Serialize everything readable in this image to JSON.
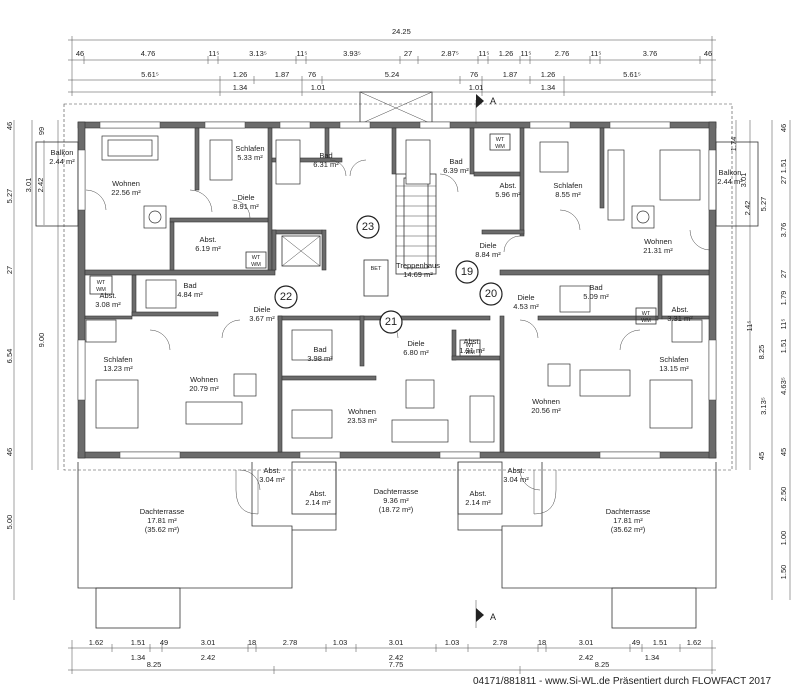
{
  "dimensions": {
    "overall_width": "24.25",
    "top_row1": [
      "46",
      "4.76",
      "11⁵",
      "3.13⁵",
      "11⁵",
      "3.93⁵",
      "27",
      "2.87⁵",
      "11⁵",
      "1.26",
      "11⁵",
      "2.76",
      "11⁵",
      "3.76",
      "46"
    ],
    "top_row2": [
      "5.61⁵",
      "1.26",
      "1.87",
      "76",
      "5.24",
      "76",
      "1.87",
      "1.26",
      "5.61⁵"
    ],
    "top_row3": [
      "1.34",
      "1.01",
      "1.01",
      "1.34"
    ],
    "bottom_row1": [
      "1.62",
      "1.51",
      "49",
      "3.01",
      "18",
      "2.78",
      "1.03",
      "3.01",
      "1.03",
      "2.78",
      "18",
      "3.01",
      "49",
      "1.51",
      "1.62"
    ],
    "bottom_row2": [
      "1.34",
      "2.42",
      "2.42",
      "2.42",
      "1.34"
    ],
    "bottom_row3": [
      "8.25",
      "7.75",
      "8.25"
    ],
    "left_outer": [
      "46",
      "5.27",
      "27",
      "6.54",
      "46",
      "5.00"
    ],
    "left_inner": [
      "99",
      "3.01",
      "2.42",
      "9.00"
    ],
    "right_outer": [
      "46",
      "1.51",
      "27",
      "3.76",
      "27",
      "1.79",
      "11⁵",
      "1.51",
      "4.63⁵",
      "45",
      "2.50",
      "1.00",
      "1.50"
    ],
    "right_inner": [
      "1.74",
      "5.27",
      "3.01",
      "2.42",
      "8.25",
      "11⁵",
      "3.13⁵",
      "45"
    ]
  },
  "section_marker": "A",
  "apartment_numbers": [
    "23",
    "22",
    "21",
    "19",
    "20"
  ],
  "rooms": {
    "balkon_l": {
      "name": "Balkon",
      "area": "2.44 m²"
    },
    "wohnen_tl": {
      "name": "Wohnen",
      "area": "22.56 m²"
    },
    "schlafen_tl": {
      "name": "Schlafen",
      "area": "5.33 m²"
    },
    "bad_t1": {
      "name": "Bad",
      "area": "6.31 m²"
    },
    "diele_t1": {
      "name": "Diele",
      "area": "8.91 m²"
    },
    "abst_t1": {
      "name": "Abst.",
      "area": "6.19 m²"
    },
    "bad_t2": {
      "name": "Bad",
      "area": "6.39 m²"
    },
    "abst_t2": {
      "name": "Abst.",
      "area": "5.96 m²"
    },
    "schlafen_tr": {
      "name": "Schlafen",
      "area": "8.55 m²"
    },
    "balkon_r": {
      "name": "Balkon",
      "area": "2.44 m²"
    },
    "wohnen_tr": {
      "name": "Wohnen",
      "area": "21.31 m²"
    },
    "diele_t2": {
      "name": "Diele",
      "area": "8.84 m²"
    },
    "treppenhaus": {
      "name": "Treppenhaus",
      "area": "14.69 m²"
    },
    "abst_ml": {
      "name": "Abst.",
      "area": "3.08 m²"
    },
    "bad_ml": {
      "name": "Bad",
      "area": "4.84 m²"
    },
    "diele_ml": {
      "name": "Diele",
      "area": "3.67 m²"
    },
    "schlafen_bl": {
      "name": "Schlafen",
      "area": "13.23 m²"
    },
    "wohnen_bl": {
      "name": "Wohnen",
      "area": "20.79 m²"
    },
    "bad_mc": {
      "name": "Bad",
      "area": "3.98 m²"
    },
    "diele_mc": {
      "name": "Diele",
      "area": "6.80 m²"
    },
    "abst_mc": {
      "name": "Abst.",
      "area": "1.91 m²"
    },
    "wohnen_bc": {
      "name": "Wohnen",
      "area": "23.53 m²"
    },
    "diele_mr": {
      "name": "Diele",
      "area": "4.53 m²"
    },
    "bad_mr": {
      "name": "Bad",
      "area": "5.09 m²"
    },
    "abst_mr": {
      "name": "Abst.",
      "area": "3.31 m²"
    },
    "schlafen_br": {
      "name": "Schlafen",
      "area": "13.15 m²"
    },
    "wohnen_br": {
      "name": "Wohnen",
      "area": "20.56 m²"
    },
    "abst_b1": {
      "name": "Abst.",
      "area": "3.04 m²"
    },
    "abst_b2": {
      "name": "Abst.",
      "area": "2.14 m²"
    },
    "abst_b3": {
      "name": "Abst.",
      "area": "2.14 m²"
    },
    "abst_b4": {
      "name": "Abst.",
      "area": "3.04 m²"
    },
    "terrasse_l": {
      "name": "Dachterrasse",
      "area": "17.81 m²",
      "area2": "(35.62 m²)"
    },
    "terrasse_c": {
      "name": "Dachterrasse",
      "area": "9.36 m²",
      "area2": "(18.72 m²)"
    },
    "terrasse_r": {
      "name": "Dachterrasse",
      "area": "17.81 m²",
      "area2": "(35.62 m²)"
    }
  },
  "appliance_labels": {
    "wt": "WT",
    "wm": "WM",
    "bet": "BET"
  },
  "footer": "04171/881811 - www.Si-WL.de Präsentiert durch FLOWFACT 2017"
}
